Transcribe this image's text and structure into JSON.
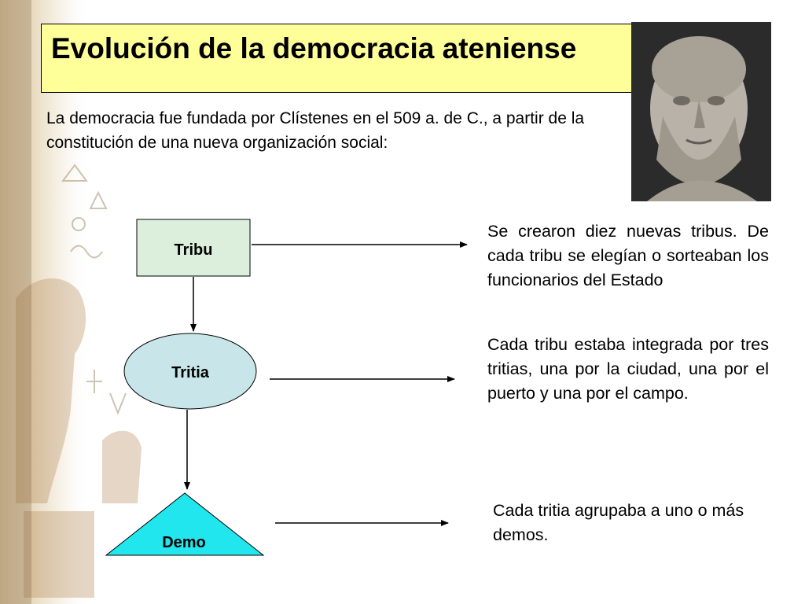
{
  "slide": {
    "title": "Evolución de la democracia ateniense",
    "intro": "La democracia fue fundada por Clístenes en el 509 a. de C., a partir de la constitución de una nueva organización social:"
  },
  "diagram": {
    "nodes": [
      {
        "label": "Tribu",
        "shape": "rectangle",
        "fill": "#dcefdc"
      },
      {
        "label": "Tritia",
        "shape": "ellipse",
        "fill": "#c8e6e9"
      },
      {
        "label": "Demo",
        "shape": "triangle",
        "fill": "#22e6ee"
      }
    ],
    "descriptions": [
      "Se crearon diez nuevas tribus. De cada tribu se elegían o sorteaban los funcionarios del Estado",
      "Cada tribu estaba integrada por tres tritias, una por la ciudad, una por el puerto y una por el campo.",
      "Cada tritia agrupaba a uno o más demos."
    ]
  },
  "colors": {
    "title_fill": "#ffff99",
    "background_art": "#e9dcc2"
  },
  "images": {
    "portrait": "marble-bust-icon",
    "background": "egyptian-papyrus-art"
  }
}
